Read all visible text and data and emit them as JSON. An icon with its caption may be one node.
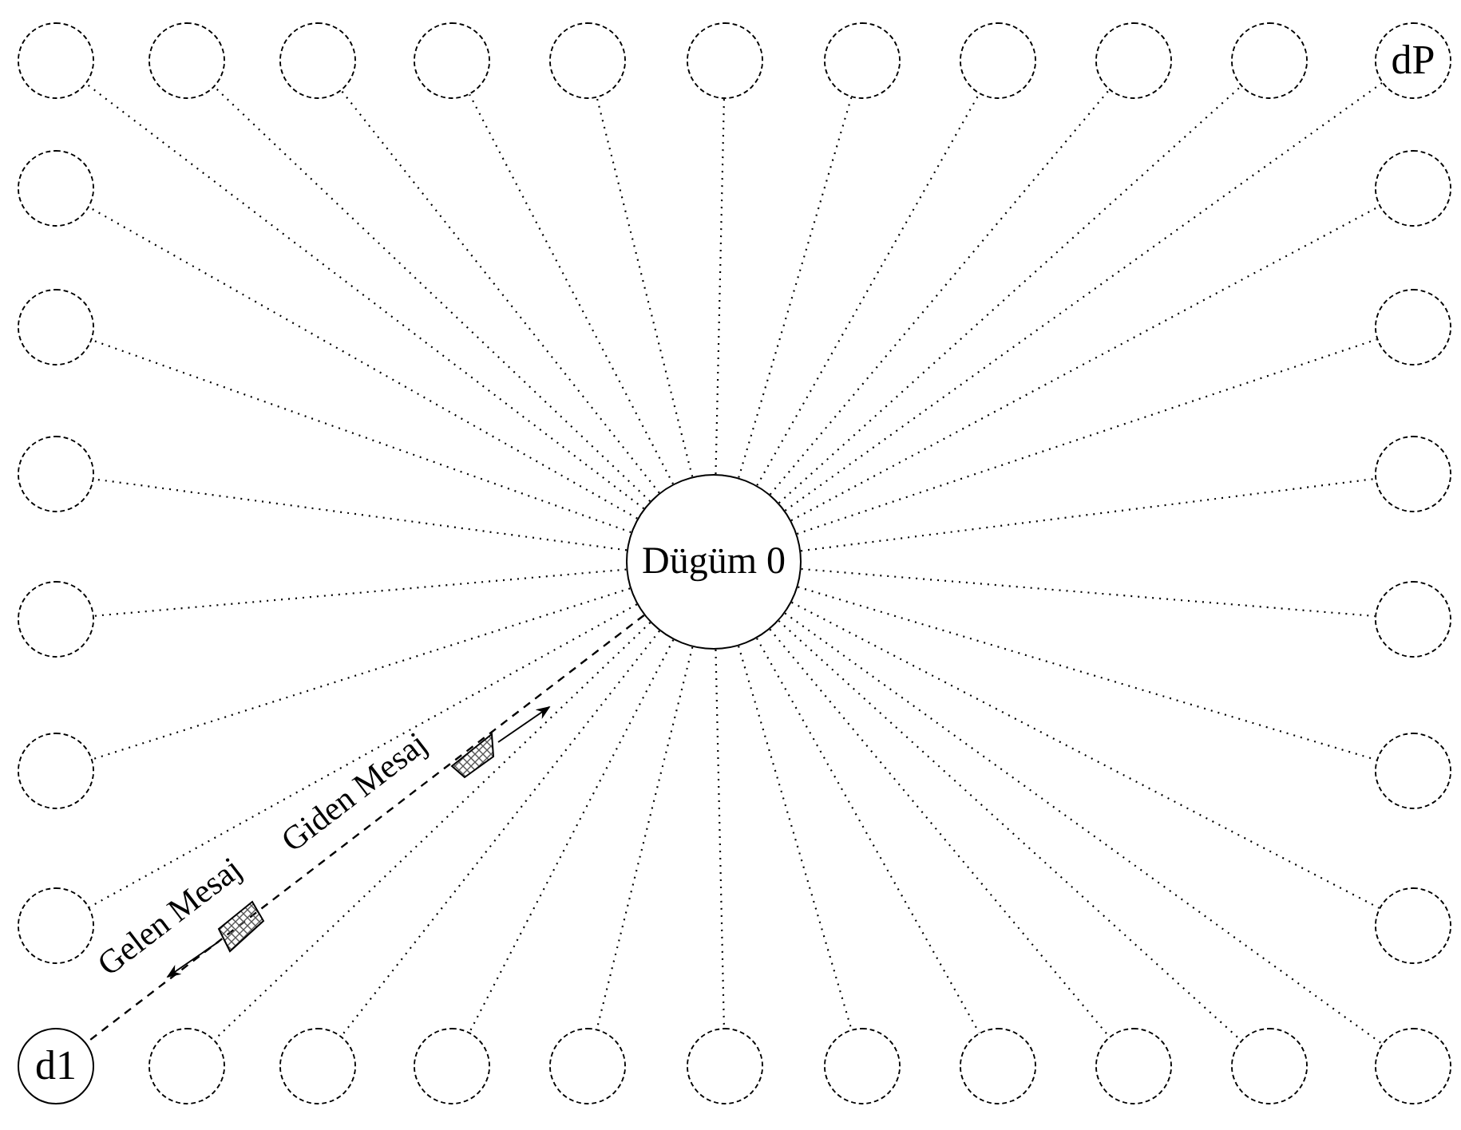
{
  "diagram": {
    "nodes": [
      {
        "text": [],
        "shape": "circle"
      },
      {
        "text": [],
        "shape": "circle"
      },
      {
        "text": [],
        "shape": "circle"
      },
      {
        "text": [],
        "shape": "circle"
      },
      {
        "text": [],
        "shape": "circle"
      },
      {
        "text": [],
        "shape": "circle"
      },
      {
        "text": [],
        "shape": "circle"
      },
      {
        "text": [],
        "shape": "circle"
      },
      {
        "text": [],
        "shape": "circle"
      },
      {
        "text": [],
        "shape": "circle"
      },
      {
        "text": [
          "dP"
        ]
      },
      {
        "text": [],
        "shape": "circle"
      },
      {
        "text": [],
        "shape": "circle"
      },
      {
        "text": [],
        "shape": "circle"
      },
      {
        "text": [],
        "shape": "circle"
      },
      {
        "text": [],
        "shape": "circle"
      },
      {
        "text": [],
        "shape": "circle"
      },
      {
        "text": [
          "Dügüm 0"
        ]
      },
      {
        "text": [],
        "shape": "circle"
      },
      {
        "text": [],
        "shape": "circle"
      },
      {
        "text": [],
        "shape": "circle"
      },
      {
        "text": [],
        "shape": "circle"
      },
      {
        "text": [],
        "shape": "circle"
      },
      {
        "text": [],
        "shape": "circle"
      },
      {
        "text": [
          "d1"
        ]
      },
      {
        "text": [],
        "shape": "circle"
      },
      {
        "text": [],
        "shape": "circle"
      },
      {
        "text": [],
        "shape": "circle"
      },
      {
        "text": [],
        "shape": "circle"
      },
      {
        "text": [],
        "shape": "circle"
      },
      {
        "text": [],
        "shape": "circle"
      },
      {
        "text": [],
        "shape": "circle"
      },
      {
        "text": [],
        "shape": "circle"
      },
      {
        "text": [],
        "shape": "circle"
      },
      {
        "text": [],
        "shape": "circle"
      }
    ],
    "edges": [
      {
        "from": 17,
        "to": 0,
        "arrow": "none"
      },
      {
        "from": 17,
        "to": 1,
        "arrow": "none"
      },
      {
        "from": 17,
        "to": 2,
        "arrow": "none"
      },
      {
        "from": 17,
        "to": 3,
        "arrow": "none"
      },
      {
        "from": 17,
        "to": 4,
        "arrow": "none"
      },
      {
        "from": 17,
        "to": 5,
        "arrow": "none"
      },
      {
        "from": 17,
        "to": 6,
        "arrow": "none"
      },
      {
        "from": 17,
        "to": 7,
        "arrow": "none"
      },
      {
        "from": 17,
        "to": 8,
        "arrow": "none"
      },
      {
        "from": 17,
        "to": 9,
        "arrow": "none"
      },
      {
        "from": 17,
        "to": 10,
        "arrow": "none"
      },
      {
        "from": 17,
        "to": 11,
        "arrow": "none"
      },
      {
        "from": 17,
        "to": 12,
        "arrow": "none"
      },
      {
        "from": 17,
        "to": 13,
        "arrow": "none"
      },
      {
        "from": 17,
        "to": 14,
        "arrow": "none"
      },
      {
        "from": 17,
        "to": 15,
        "arrow": "none"
      },
      {
        "from": 17,
        "to": 16,
        "arrow": "none"
      },
      {
        "from": 17,
        "to": 18,
        "arrow": "none"
      },
      {
        "from": 17,
        "to": 19,
        "arrow": "none"
      },
      {
        "from": 17,
        "to": 20,
        "arrow": "none"
      },
      {
        "from": 17,
        "to": 21,
        "arrow": "none"
      },
      {
        "from": 17,
        "to": 22,
        "arrow": "none"
      },
      {
        "from": 17,
        "to": 23,
        "arrow": "none"
      },
      {
        "from": 17,
        "to": 24,
        "arrow": "none",
        "style": "dashed"
      },
      {
        "from": 17,
        "to": 25,
        "arrow": "none"
      },
      {
        "from": 17,
        "to": 26,
        "arrow": "none"
      },
      {
        "from": 17,
        "to": 27,
        "arrow": "none"
      },
      {
        "from": 17,
        "to": 28,
        "arrow": "none"
      },
      {
        "from": 17,
        "to": 29,
        "arrow": "none"
      },
      {
        "from": 17,
        "to": 30,
        "arrow": "none"
      },
      {
        "from": 17,
        "to": 31,
        "arrow": "none"
      },
      {
        "from": 17,
        "to": 32,
        "arrow": "none"
      },
      {
        "from": 17,
        "to": 33,
        "arrow": "none"
      },
      {
        "from": 17,
        "to": 34,
        "arrow": "none"
      }
    ],
    "labels": [
      "Gelen Mesaj",
      "Giden Mesaj"
    ]
  }
}
